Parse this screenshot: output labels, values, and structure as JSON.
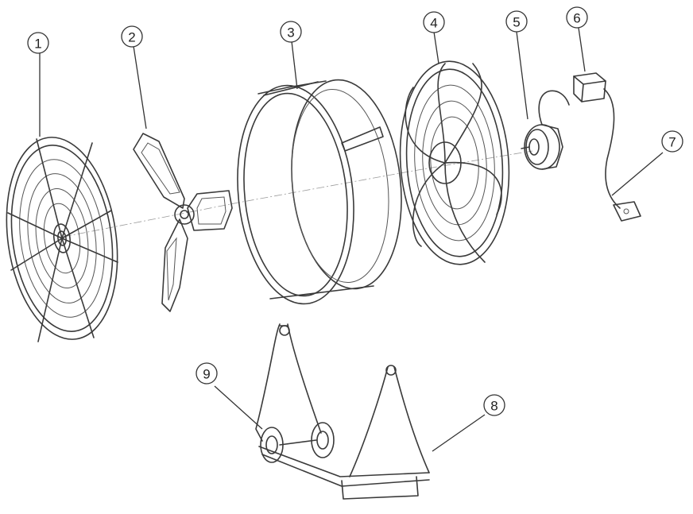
{
  "diagram": {
    "callouts": [
      {
        "id": "1",
        "label": "1",
        "part": "front-guard"
      },
      {
        "id": "2",
        "label": "2",
        "part": "fan-blade"
      },
      {
        "id": "3",
        "label": "3",
        "part": "drum-housing"
      },
      {
        "id": "4",
        "label": "4",
        "part": "rear-guard"
      },
      {
        "id": "5",
        "label": "5",
        "part": "motor"
      },
      {
        "id": "6",
        "label": "6",
        "part": "switch-box"
      },
      {
        "id": "7",
        "label": "7",
        "part": "power-plug"
      },
      {
        "id": "8",
        "label": "8",
        "part": "stand-frame"
      },
      {
        "id": "9",
        "label": "9",
        "part": "wheel"
      }
    ]
  }
}
